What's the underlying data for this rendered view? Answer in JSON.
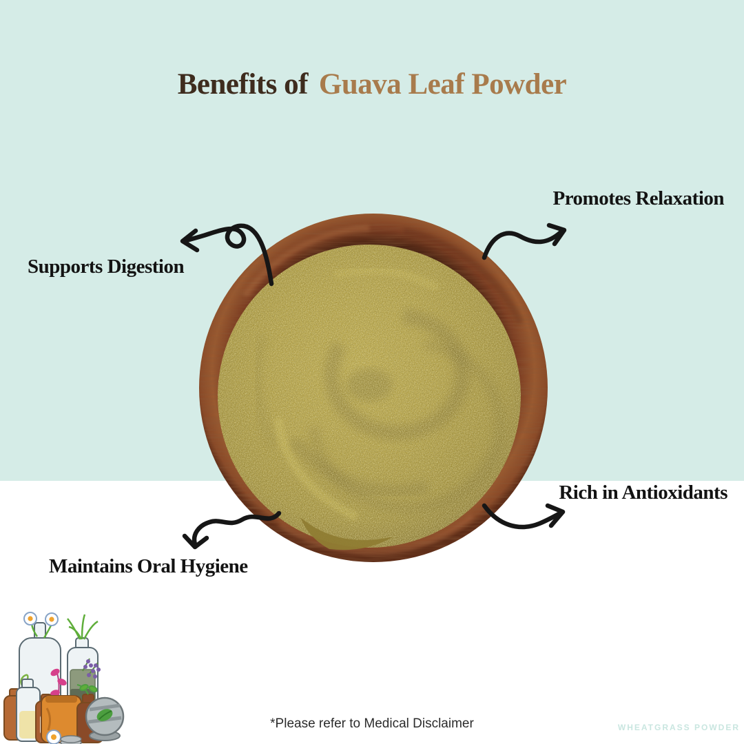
{
  "page": {
    "background_top_color": "#d5ece7",
    "background_bottom_color": "#ffffff"
  },
  "title": {
    "prefix": "Benefits of",
    "product": "Guava Leaf Powder",
    "prefix_color": "#3e2c1e",
    "product_color": "#a87b4c"
  },
  "benefits": [
    {
      "label": "Promotes Relaxation",
      "position": "top-right"
    },
    {
      "label": "Supports Digestion",
      "position": "top-left"
    },
    {
      "label": "Rich in Antioxidants",
      "position": "bottom-right"
    },
    {
      "label": "Maintains Oral Hygiene",
      "position": "bottom-left"
    }
  ],
  "image": {
    "subject": "guava leaf powder in a wooden bowl",
    "bowl_wood_color": "#8a4a28",
    "powder_color": "#ab983d"
  },
  "footer": {
    "disclaimer": "*Please refer to Medical Disclaimer",
    "watermark": "WHEATGRASS POWDER"
  }
}
